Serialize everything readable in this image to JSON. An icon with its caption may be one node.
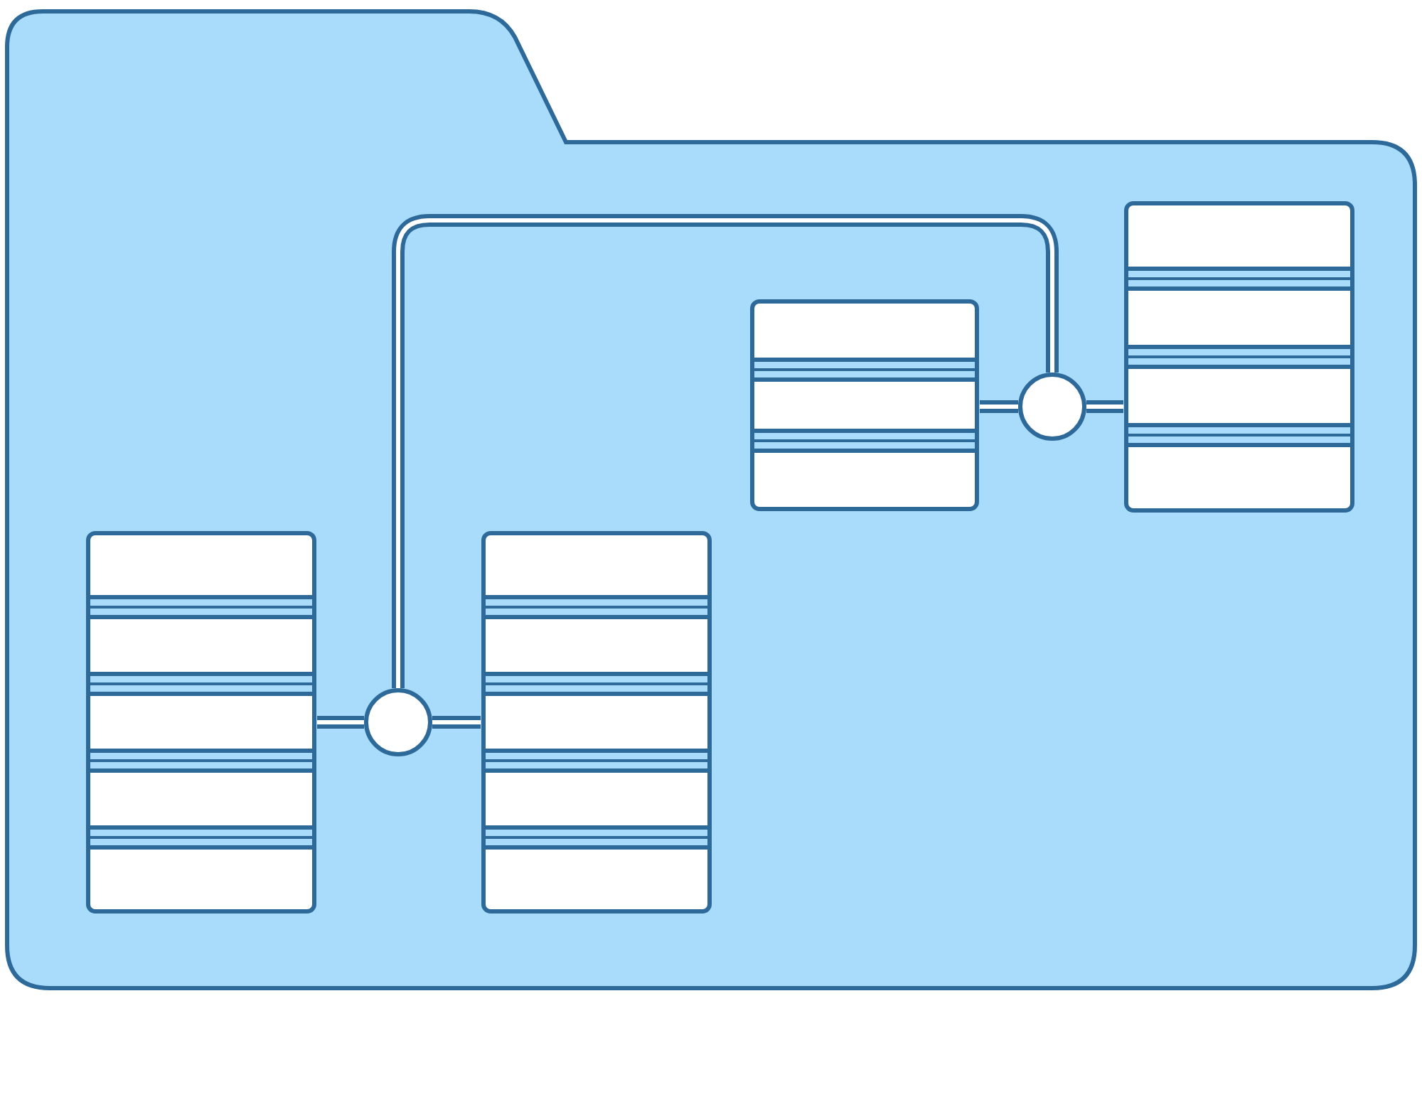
{
  "diagram": {
    "nodes": [
      {
        "text": [],
        "shape": "server"
      },
      {
        "text": [],
        "shape": "server"
      },
      {
        "text": [],
        "shape": "server"
      },
      {
        "text": [],
        "shape": "server"
      },
      {
        "text": [],
        "shape": "circle"
      },
      {
        "text": [],
        "shape": "circle"
      }
    ],
    "edges": [
      {
        "from": 0,
        "to": 4,
        "arrow": "none"
      },
      {
        "from": 4,
        "to": 1,
        "arrow": "none"
      },
      {
        "from": 4,
        "to": 5,
        "arrow": "none"
      },
      {
        "from": 2,
        "to": 5,
        "arrow": "none"
      },
      {
        "from": 5,
        "to": 3,
        "arrow": "none"
      }
    ]
  }
}
